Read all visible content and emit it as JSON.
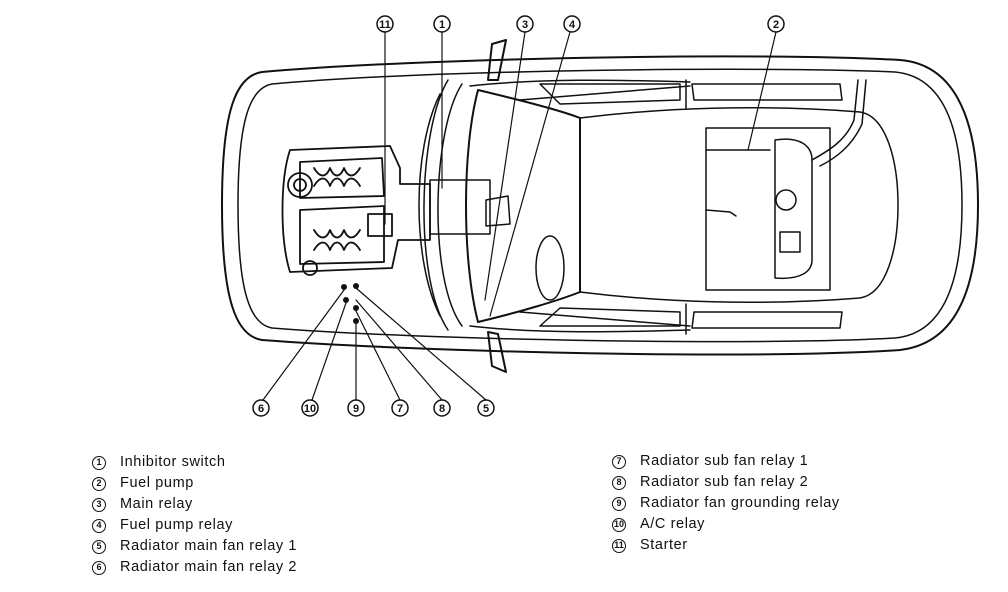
{
  "callouts": [
    "1",
    "2",
    "3",
    "4",
    "5",
    "6",
    "7",
    "8",
    "9",
    "10",
    "11"
  ],
  "legend_left": [
    {
      "num": "1",
      "label": "Inhibitor switch"
    },
    {
      "num": "2",
      "label": "Fuel pump"
    },
    {
      "num": "3",
      "label": "Main relay"
    },
    {
      "num": "4",
      "label": "Fuel pump relay"
    },
    {
      "num": "5",
      "label": "Radiator main fan relay 1"
    },
    {
      "num": "6",
      "label": "Radiator main fan relay 2"
    }
  ],
  "legend_right": [
    {
      "num": "7",
      "label": "Radiator sub fan relay 1"
    },
    {
      "num": "8",
      "label": "Radiator sub fan relay 2"
    },
    {
      "num": "9",
      "label": "Radiator fan grounding relay"
    },
    {
      "num": "10",
      "label": "A/C relay"
    },
    {
      "num": "11",
      "label": "Starter"
    }
  ]
}
